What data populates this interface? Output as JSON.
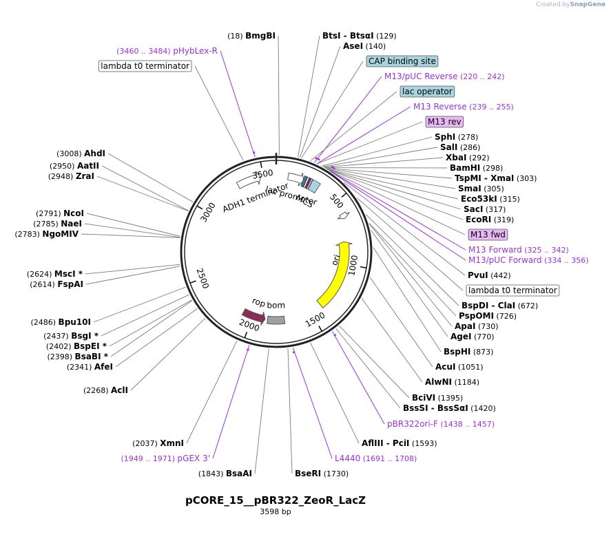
{
  "credit": {
    "prefix": "Created by",
    "brand": "SnapGene"
  },
  "plasmid": {
    "name": "pCORE_15__pBR322_ZeoR_LacZ",
    "size_label": "3598 bp",
    "length": 3598
  },
  "colors": {
    "backbone": "#222222",
    "primer": "#9b30d9",
    "boxed_feature": "#a8d4e0",
    "primer_box": "#e8b8f4",
    "ori": "#ffff00",
    "rop": "#8b2d5a",
    "bom": "#a0a0a8",
    "lac_operator": "#6aa8c8",
    "cap_site": "#3d7aa0",
    "lac_promoter": "#ffffff"
  },
  "ticks": [
    {
      "bp": 500,
      "label": "500"
    },
    {
      "bp": 1000,
      "label": "1000"
    },
    {
      "bp": 1500,
      "label": "1500"
    },
    {
      "bp": 2000,
      "label": "2000"
    },
    {
      "bp": 2500,
      "label": "2500"
    },
    {
      "bp": 3000,
      "label": "3000"
    },
    {
      "bp": 3500,
      "label": "3500"
    }
  ],
  "features": [
    {
      "name": "ori",
      "start": 813,
      "end": 1401,
      "direction": "reverse",
      "kind": "ori",
      "label": "ori"
    },
    {
      "name": "rop",
      "start": 1893,
      "end": 2084,
      "direction": "reverse",
      "kind": "rop",
      "label": "rop"
    },
    {
      "name": "bom",
      "start": 1730,
      "end": 1872,
      "direction": "none",
      "kind": "bom",
      "label": "bom"
    },
    {
      "name": "ADH1 terminator",
      "start": 3300,
      "end": 3480,
      "direction": "forward",
      "kind": "term",
      "label": "ADH1 terminator"
    },
    {
      "name": "lac promoter",
      "start": 90,
      "end": 209,
      "direction": "forward",
      "kind": "promoter",
      "label": "lac promoter"
    },
    {
      "name": "MCS",
      "start": 256,
      "end": 330,
      "direction": "none",
      "kind": "mcs",
      "label": "MCS"
    },
    {
      "name": "lambda t0 terminator",
      "start": 600,
      "end": 640,
      "direction": "forward",
      "kind": "term",
      "label": ""
    }
  ],
  "labels_right": [
    {
      "kind": "enzyme",
      "name": "BtsI",
      "name2": "BtsαI",
      "pos": "(129)",
      "bp": 129
    },
    {
      "kind": "enzyme",
      "name": "AseI",
      "pos": "(140)",
      "bp": 140
    },
    {
      "kind": "boxed",
      "name": "CAP binding site",
      "bp": 150
    },
    {
      "kind": "primer",
      "name": "M13/pUC Reverse",
      "pos": "(220 .. 242)",
      "bp": 231
    },
    {
      "kind": "boxed",
      "name": "lac operator",
      "bp": 205
    },
    {
      "kind": "primer",
      "name": "M13 Reverse",
      "pos": "(239 .. 255)",
      "bp": 247
    },
    {
      "kind": "primerbox",
      "name": "M13 rev",
      "bp": 248
    },
    {
      "kind": "enzyme",
      "name": "SphI",
      "pos": "(278)",
      "bp": 278
    },
    {
      "kind": "enzyme",
      "name": "SalI",
      "pos": "(286)",
      "bp": 286
    },
    {
      "kind": "enzyme",
      "name": "XbaI",
      "pos": "(292)",
      "bp": 292
    },
    {
      "kind": "enzyme",
      "name": "BamHI",
      "pos": "(298)",
      "bp": 298
    },
    {
      "kind": "enzyme",
      "name": "TspMI",
      "name2": "XmaI",
      "pos": "(303)",
      "bp": 303
    },
    {
      "kind": "enzyme",
      "name": "SmaI",
      "pos": "(305)",
      "bp": 305
    },
    {
      "kind": "enzyme",
      "name": "Eco53kI",
      "pos": "(315)",
      "bp": 315
    },
    {
      "kind": "enzyme",
      "name": "SacI",
      "pos": "(317)",
      "bp": 317
    },
    {
      "kind": "enzyme",
      "name": "EcoRI",
      "pos": "(319)",
      "bp": 319
    },
    {
      "kind": "primerbox",
      "name": "M13 fwd",
      "bp": 334
    },
    {
      "kind": "primer",
      "name": "M13 Forward",
      "pos": "(325 .. 342)",
      "bp": 333
    },
    {
      "kind": "primer",
      "name": "M13/pUC Forward",
      "pos": "(334 .. 356)",
      "bp": 345
    },
    {
      "kind": "enzyme",
      "name": "PvuI",
      "pos": "(442)",
      "bp": 442
    },
    {
      "kind": "boxedwhite",
      "name": "lambda t0 terminator",
      "bp": 560
    },
    {
      "kind": "enzyme",
      "name": "BspDI",
      "name2": "ClaI",
      "pos": "(672)",
      "bp": 672
    },
    {
      "kind": "enzyme",
      "name": "PspOMI",
      "pos": "(726)",
      "bp": 726
    },
    {
      "kind": "enzyme",
      "name": "ApaI",
      "pos": "(730)",
      "bp": 730
    },
    {
      "kind": "enzyme",
      "name": "AgeI",
      "pos": "(770)",
      "bp": 770
    },
    {
      "kind": "enzyme",
      "name": "BspHI",
      "pos": "(873)",
      "bp": 873
    },
    {
      "kind": "enzyme",
      "name": "AcuI",
      "pos": "(1051)",
      "bp": 1051
    },
    {
      "kind": "enzyme",
      "name": "AlwNI",
      "pos": "(1184)",
      "bp": 1184
    },
    {
      "kind": "enzyme",
      "name": "BciVI",
      "pos": "(1395)",
      "bp": 1395
    },
    {
      "kind": "enzyme",
      "name": "BssSI",
      "name2": "BssSαI",
      "pos": "(1420)",
      "bp": 1420
    },
    {
      "kind": "primer",
      "name": "pBR322ori-F",
      "pos": "(1438 .. 1457)",
      "bp": 1447
    },
    {
      "kind": "enzyme",
      "name": "AflIII",
      "name2": "PciI",
      "pos": "(1593)",
      "bp": 1593
    },
    {
      "kind": "primer",
      "name": "L4440",
      "pos": "(1691 .. 1708)",
      "bp": 1700
    },
    {
      "kind": "enzyme",
      "name": "BseRI",
      "pos": "(1730)",
      "bp": 1730
    }
  ],
  "labels_left": [
    {
      "kind": "enzyme",
      "name": "BsaAI",
      "pos": "(1843)",
      "bp": 1843
    },
    {
      "kind": "primer",
      "name": "pGEX 3'",
      "pos": "(1949 .. 1971)",
      "bp": 1960
    },
    {
      "kind": "enzyme",
      "name": "XmnI",
      "pos": "(2037)",
      "bp": 2037
    },
    {
      "kind": "enzyme",
      "name": "AclI",
      "pos": "(2268)",
      "bp": 2268
    },
    {
      "kind": "enzyme",
      "name": "AfeI",
      "pos": "(2341)",
      "bp": 2341
    },
    {
      "kind": "enzyme",
      "name": "BsaBI",
      "star": "*",
      "pos": "(2398)",
      "bp": 2398
    },
    {
      "kind": "enzyme",
      "name": "BspEI",
      "star": "*",
      "pos": "(2402)",
      "bp": 2402
    },
    {
      "kind": "enzyme",
      "name": "BsgI",
      "star": "*",
      "pos": "(2437)",
      "bp": 2437
    },
    {
      "kind": "enzyme",
      "name": "Bpu10I",
      "pos": "(2486)",
      "bp": 2486
    },
    {
      "kind": "enzyme",
      "name": "FspAI",
      "pos": "(2614)",
      "bp": 2614
    },
    {
      "kind": "enzyme",
      "name": "MscI",
      "star": "*",
      "pos": "(2624)",
      "bp": 2624
    },
    {
      "kind": "enzyme",
      "name": "NgoMIV",
      "pos": "(2783)",
      "bp": 2783
    },
    {
      "kind": "enzyme",
      "name": "NaeI",
      "pos": "(2785)",
      "bp": 2785
    },
    {
      "kind": "enzyme",
      "name": "NcoI",
      "pos": "(2791)",
      "bp": 2791
    },
    {
      "kind": "enzyme",
      "name": "ZraI",
      "pos": "(2948)",
      "bp": 2948
    },
    {
      "kind": "enzyme",
      "name": "AatII",
      "pos": "(2950)",
      "bp": 2950
    },
    {
      "kind": "enzyme",
      "name": "AhdI",
      "pos": "(3008)",
      "bp": 3008
    },
    {
      "kind": "boxedwhite",
      "name": "lambda t0 terminator",
      "bp": 3400
    },
    {
      "kind": "primer",
      "name": "pHybLex-R",
      "pos": "(3460 .. 3484)",
      "bp": 3472
    },
    {
      "kind": "enzyme",
      "name": "BmgBI",
      "pos": "(18)",
      "bp": 18
    }
  ]
}
